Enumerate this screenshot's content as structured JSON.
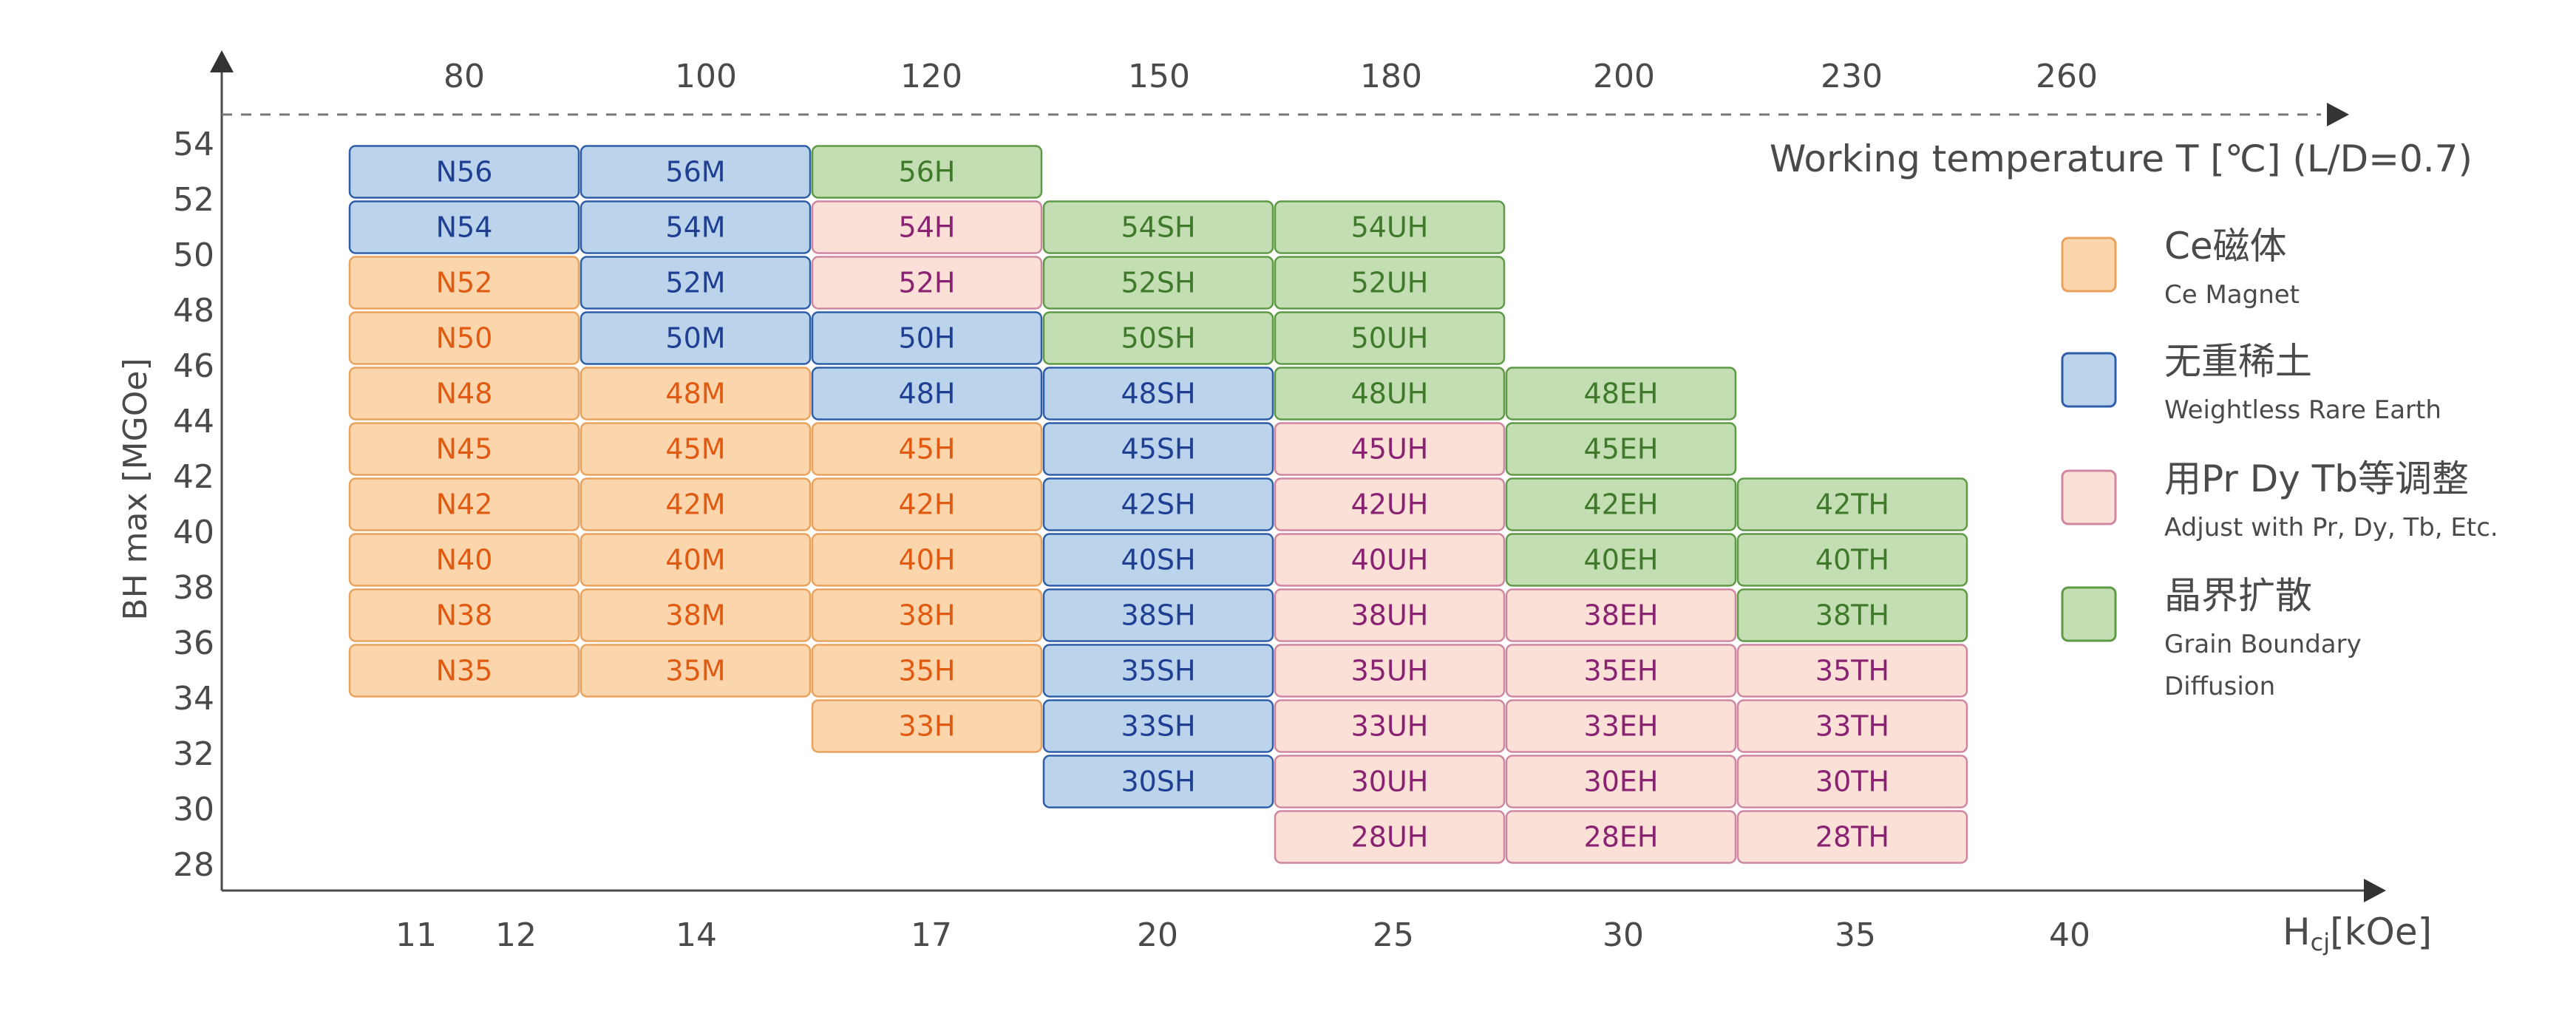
{
  "chart_data": {
    "type": "table",
    "title": "Working temperature T [℃] (L/D=0.7)",
    "ylabel": "BH max [MGOe]",
    "xlabel": "Hcj[kOe]",
    "xlabel_main": "H",
    "xlabel_sub": "cj",
    "xlabel_unit": "[kOe]",
    "y_ticks": [
      "54",
      "52",
      "50",
      "48",
      "46",
      "44",
      "42",
      "40",
      "38",
      "36",
      "34",
      "32",
      "30",
      "28"
    ],
    "temp_ticks": [
      "80",
      "100",
      "120",
      "150",
      "180",
      "200",
      "230",
      "260"
    ],
    "hcj_ticks": [
      "11",
      "12",
      "14",
      "17",
      "20",
      "25",
      "30",
      "35",
      "40"
    ],
    "columns": [
      "N",
      "M",
      "H",
      "SH",
      "UH",
      "EH",
      "TH"
    ],
    "colors": {
      "orange": {
        "fill": "#fbd5ac",
        "stroke": "#e9a35f",
        "text": "#e05a12"
      },
      "blue": {
        "fill": "#bcd3ec",
        "stroke": "#2e5ea8",
        "text": "#1f3f93"
      },
      "pink": {
        "fill": "#fbe0d8",
        "stroke": "#cf86a1",
        "text": "#8a2272"
      },
      "green": {
        "fill": "#c4deb3",
        "stroke": "#5e9a46",
        "text": "#3f7a2b"
      }
    },
    "cells": [
      {
        "label": "N56",
        "col": 0,
        "value": 53,
        "cat": "blue"
      },
      {
        "label": "N54",
        "col": 0,
        "value": 51,
        "cat": "blue"
      },
      {
        "label": "N52",
        "col": 0,
        "value": 49,
        "cat": "orange"
      },
      {
        "label": "N50",
        "col": 0,
        "value": 47,
        "cat": "orange"
      },
      {
        "label": "N48",
        "col": 0,
        "value": 45,
        "cat": "orange"
      },
      {
        "label": "N45",
        "col": 0,
        "value": 43,
        "cat": "orange"
      },
      {
        "label": "N42",
        "col": 0,
        "value": 41,
        "cat": "orange"
      },
      {
        "label": "N40",
        "col": 0,
        "value": 39,
        "cat": "orange"
      },
      {
        "label": "N38",
        "col": 0,
        "value": 37,
        "cat": "orange"
      },
      {
        "label": "N35",
        "col": 0,
        "value": 35,
        "cat": "orange"
      },
      {
        "label": "56M",
        "col": 1,
        "value": 53,
        "cat": "blue"
      },
      {
        "label": "54M",
        "col": 1,
        "value": 51,
        "cat": "blue"
      },
      {
        "label": "52M",
        "col": 1,
        "value": 49,
        "cat": "blue"
      },
      {
        "label": "50M",
        "col": 1,
        "value": 47,
        "cat": "blue"
      },
      {
        "label": "48M",
        "col": 1,
        "value": 45,
        "cat": "orange"
      },
      {
        "label": "45M",
        "col": 1,
        "value": 43,
        "cat": "orange"
      },
      {
        "label": "42M",
        "col": 1,
        "value": 41,
        "cat": "orange"
      },
      {
        "label": "40M",
        "col": 1,
        "value": 39,
        "cat": "orange"
      },
      {
        "label": "38M",
        "col": 1,
        "value": 37,
        "cat": "orange"
      },
      {
        "label": "35M",
        "col": 1,
        "value": 35,
        "cat": "orange"
      },
      {
        "label": "56H",
        "col": 2,
        "value": 53,
        "cat": "green"
      },
      {
        "label": "54H",
        "col": 2,
        "value": 51,
        "cat": "pink"
      },
      {
        "label": "52H",
        "col": 2,
        "value": 49,
        "cat": "pink"
      },
      {
        "label": "50H",
        "col": 2,
        "value": 47,
        "cat": "blue"
      },
      {
        "label": "48H",
        "col": 2,
        "value": 45,
        "cat": "blue"
      },
      {
        "label": "45H",
        "col": 2,
        "value": 43,
        "cat": "orange"
      },
      {
        "label": "42H",
        "col": 2,
        "value": 41,
        "cat": "orange"
      },
      {
        "label": "40H",
        "col": 2,
        "value": 39,
        "cat": "orange"
      },
      {
        "label": "38H",
        "col": 2,
        "value": 37,
        "cat": "orange"
      },
      {
        "label": "35H",
        "col": 2,
        "value": 35,
        "cat": "orange"
      },
      {
        "label": "33H",
        "col": 2,
        "value": 33,
        "cat": "orange"
      },
      {
        "label": "54SH",
        "col": 3,
        "value": 51,
        "cat": "green"
      },
      {
        "label": "52SH",
        "col": 3,
        "value": 49,
        "cat": "green"
      },
      {
        "label": "50SH",
        "col": 3,
        "value": 47,
        "cat": "green"
      },
      {
        "label": "48SH",
        "col": 3,
        "value": 45,
        "cat": "blue"
      },
      {
        "label": "45SH",
        "col": 3,
        "value": 43,
        "cat": "blue"
      },
      {
        "label": "42SH",
        "col": 3,
        "value": 41,
        "cat": "blue"
      },
      {
        "label": "40SH",
        "col": 3,
        "value": 39,
        "cat": "blue"
      },
      {
        "label": "38SH",
        "col": 3,
        "value": 37,
        "cat": "blue"
      },
      {
        "label": "35SH",
        "col": 3,
        "value": 35,
        "cat": "blue"
      },
      {
        "label": "33SH",
        "col": 3,
        "value": 33,
        "cat": "blue"
      },
      {
        "label": "30SH",
        "col": 3,
        "value": 31,
        "cat": "blue"
      },
      {
        "label": "54UH",
        "col": 4,
        "value": 51,
        "cat": "green"
      },
      {
        "label": "52UH",
        "col": 4,
        "value": 49,
        "cat": "green"
      },
      {
        "label": "50UH",
        "col": 4,
        "value": 47,
        "cat": "green"
      },
      {
        "label": "48UH",
        "col": 4,
        "value": 45,
        "cat": "green"
      },
      {
        "label": "45UH",
        "col": 4,
        "value": 43,
        "cat": "pink"
      },
      {
        "label": "42UH",
        "col": 4,
        "value": 41,
        "cat": "pink"
      },
      {
        "label": "40UH",
        "col": 4,
        "value": 39,
        "cat": "pink"
      },
      {
        "label": "38UH",
        "col": 4,
        "value": 37,
        "cat": "pink"
      },
      {
        "label": "35UH",
        "col": 4,
        "value": 35,
        "cat": "pink"
      },
      {
        "label": "33UH",
        "col": 4,
        "value": 33,
        "cat": "pink"
      },
      {
        "label": "30UH",
        "col": 4,
        "value": 31,
        "cat": "pink"
      },
      {
        "label": "28UH",
        "col": 4,
        "value": 29,
        "cat": "pink"
      },
      {
        "label": "48EH",
        "col": 5,
        "value": 45,
        "cat": "green"
      },
      {
        "label": "45EH",
        "col": 5,
        "value": 43,
        "cat": "green"
      },
      {
        "label": "42EH",
        "col": 5,
        "value": 41,
        "cat": "green"
      },
      {
        "label": "40EH",
        "col": 5,
        "value": 39,
        "cat": "green"
      },
      {
        "label": "38EH",
        "col": 5,
        "value": 37,
        "cat": "pink"
      },
      {
        "label": "35EH",
        "col": 5,
        "value": 35,
        "cat": "pink"
      },
      {
        "label": "33EH",
        "col": 5,
        "value": 33,
        "cat": "pink"
      },
      {
        "label": "30EH",
        "col": 5,
        "value": 31,
        "cat": "pink"
      },
      {
        "label": "28EH",
        "col": 5,
        "value": 29,
        "cat": "pink"
      },
      {
        "label": "42TH",
        "col": 6,
        "value": 41,
        "cat": "green"
      },
      {
        "label": "40TH",
        "col": 6,
        "value": 39,
        "cat": "green"
      },
      {
        "label": "38TH",
        "col": 6,
        "value": 37,
        "cat": "green"
      },
      {
        "label": "35TH",
        "col": 6,
        "value": 35,
        "cat": "pink"
      },
      {
        "label": "33TH",
        "col": 6,
        "value": 33,
        "cat": "pink"
      },
      {
        "label": "30TH",
        "col": 6,
        "value": 31,
        "cat": "pink"
      },
      {
        "label": "28TH",
        "col": 6,
        "value": 29,
        "cat": "pink"
      }
    ],
    "legend": [
      {
        "cat": "orange",
        "title": "Ce磁体",
        "sub": [
          "Ce Magnet"
        ]
      },
      {
        "cat": "blue",
        "title": "无重稀土",
        "sub": [
          "Weightless Rare Earth"
        ]
      },
      {
        "cat": "pink",
        "title": "用Pr Dy Tb等调整",
        "sub": [
          "Adjust with Pr, Dy, Tb, Etc."
        ]
      },
      {
        "cat": "green",
        "title": "晶界扩散",
        "sub": [
          "Grain Boundary",
          "Diffusion"
        ]
      }
    ],
    "legend_placement": "right"
  }
}
